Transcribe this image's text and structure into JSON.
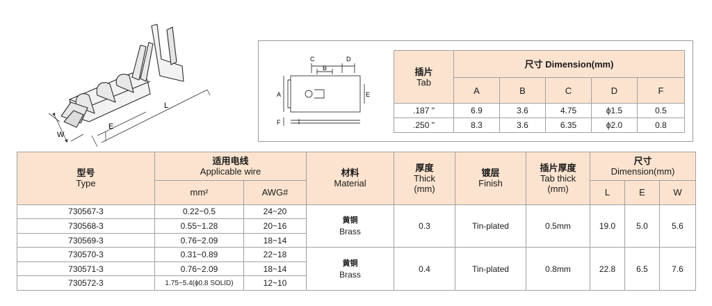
{
  "drawing": {
    "dim_w": "W",
    "dim_e": "E",
    "dim_l": "L"
  },
  "tab_sketch": {
    "dim_a": "A",
    "dim_b": "B",
    "dim_c": "C",
    "dim_d": "D",
    "dim_e": "E",
    "dim_f": "F"
  },
  "tab_table": {
    "tab_header_cn": "插片",
    "tab_header_en": "Tab",
    "dim_header": "尺寸 Dimension(mm)",
    "columns": [
      "A",
      "B",
      "C",
      "D",
      "F"
    ],
    "rows": [
      {
        "tab": ".187 \"",
        "a": "6.9",
        "b": "3.6",
        "c": "4.75",
        "d": "ϕ1.5",
        "f": "0.5"
      },
      {
        "tab": ".250 \"",
        "a": "8.3",
        "b": "3.6",
        "c": "6.35",
        "d": "ϕ2.0",
        "f": "0.8"
      }
    ]
  },
  "main_table": {
    "headers": {
      "type_cn": "型号",
      "type_en": "Type",
      "wire_cn": "适用电线",
      "wire_en": "Applicable wire",
      "mm2": "mm²",
      "awg": "AWG#",
      "material_cn": "材料",
      "material_en": "Material",
      "thick_cn": "厚度",
      "thick_en": "Thick",
      "thick_unit": "(mm)",
      "finish_cn": "镀层",
      "finish_en": "Finish",
      "tabthick_cn": "插片厚度",
      "tabthick_en": "Tab thick",
      "tabthick_unit": "(mm)",
      "dim_cn": "尺寸",
      "dim_en": "Dimension(mm)",
      "l": "L",
      "e": "E",
      "w": "W"
    },
    "rows": [
      {
        "type": "730567-3",
        "mm2": "0.22~0.5",
        "awg": "24~20"
      },
      {
        "type": "730568-3",
        "mm2": "0.55~1.28",
        "awg": "20~16"
      },
      {
        "type": "730569-3",
        "mm2": "0.76~2.09",
        "awg": "18~14"
      },
      {
        "type": "730570-3",
        "mm2": "0.31~0.89",
        "awg": "22~18"
      },
      {
        "type": "730571-3",
        "mm2": "0.76~2.09",
        "awg": "18~14"
      },
      {
        "type": "730572-3",
        "mm2": "1.75~5.4(ϕ0.8 SOLID)",
        "awg": "12~10"
      }
    ],
    "groups": [
      {
        "material_cn": "黄铜",
        "material_en": "Brass",
        "thick": "0.3",
        "finish": "Tin-plated",
        "tab_thick": "0.5mm",
        "l": "19.0",
        "e": "5.0",
        "w": "5.6"
      },
      {
        "material_cn": "黄铜",
        "material_en": "Brass",
        "thick": "0.4",
        "finish": "Tin-plated",
        "tab_thick": "0.8mm",
        "l": "22.8",
        "e": "6.5",
        "w": "7.6"
      }
    ]
  }
}
